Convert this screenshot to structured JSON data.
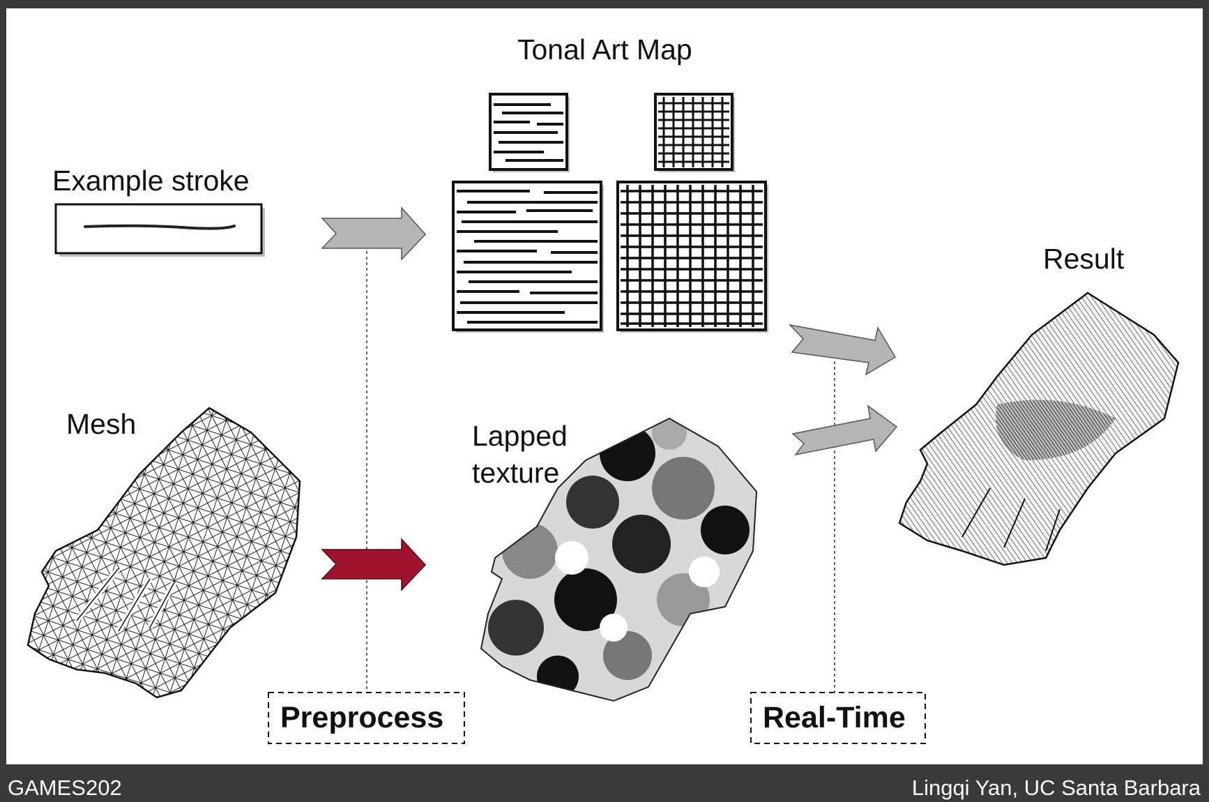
{
  "slide": {
    "labels": {
      "tonal_art_map": "Tonal Art Map",
      "example_stroke": "Example stroke",
      "result": "Result",
      "mesh": "Mesh",
      "lapped_line1": "Lapped",
      "lapped_line2": "texture",
      "preprocess": "Preprocess",
      "real_time": "Real-Time"
    }
  },
  "footer": {
    "course": "GAMES202",
    "author": "Lingqi Yan, UC Santa Barbara"
  },
  "colors": {
    "background": "#3a3a3a",
    "slide": "#ffffff",
    "gray_arrow": "#b5b5b5",
    "red_arrow": "#a0132c",
    "ink": "#111111"
  }
}
